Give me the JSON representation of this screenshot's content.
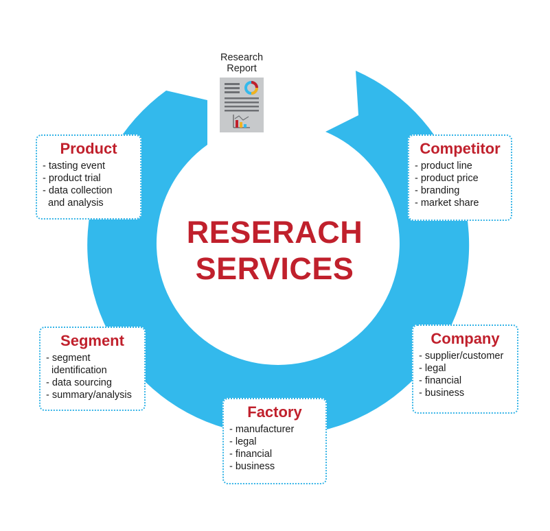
{
  "center": {
    "line1": "RESERACH",
    "line2": "SERVICES"
  },
  "report": {
    "line1": "Research",
    "line2": "Report"
  },
  "colors": {
    "ring": "#33b9ec",
    "title_red": "#c0202c",
    "card_border": "#33b3e6",
    "doc_gray": "#c7c9cb"
  },
  "cards": {
    "product": {
      "title": "Product",
      "items": [
        "- tasting event",
        "- product trial",
        "- data collection",
        "  and analysis"
      ]
    },
    "competitor": {
      "title": "Competitor",
      "items": [
        "- product line",
        "- product price",
        "- branding",
        "- market share"
      ]
    },
    "segment": {
      "title": "Segment",
      "items": [
        "- segment",
        "  identification",
        "- data sourcing",
        "- summary/analysis"
      ]
    },
    "company": {
      "title": "Company",
      "items": [
        "- supplier/customer",
        "- legal",
        "- financial",
        "- business"
      ]
    },
    "factory": {
      "title": "Factory",
      "items": [
        "- manufacturer",
        "- legal",
        "- financial",
        "- business"
      ]
    }
  }
}
